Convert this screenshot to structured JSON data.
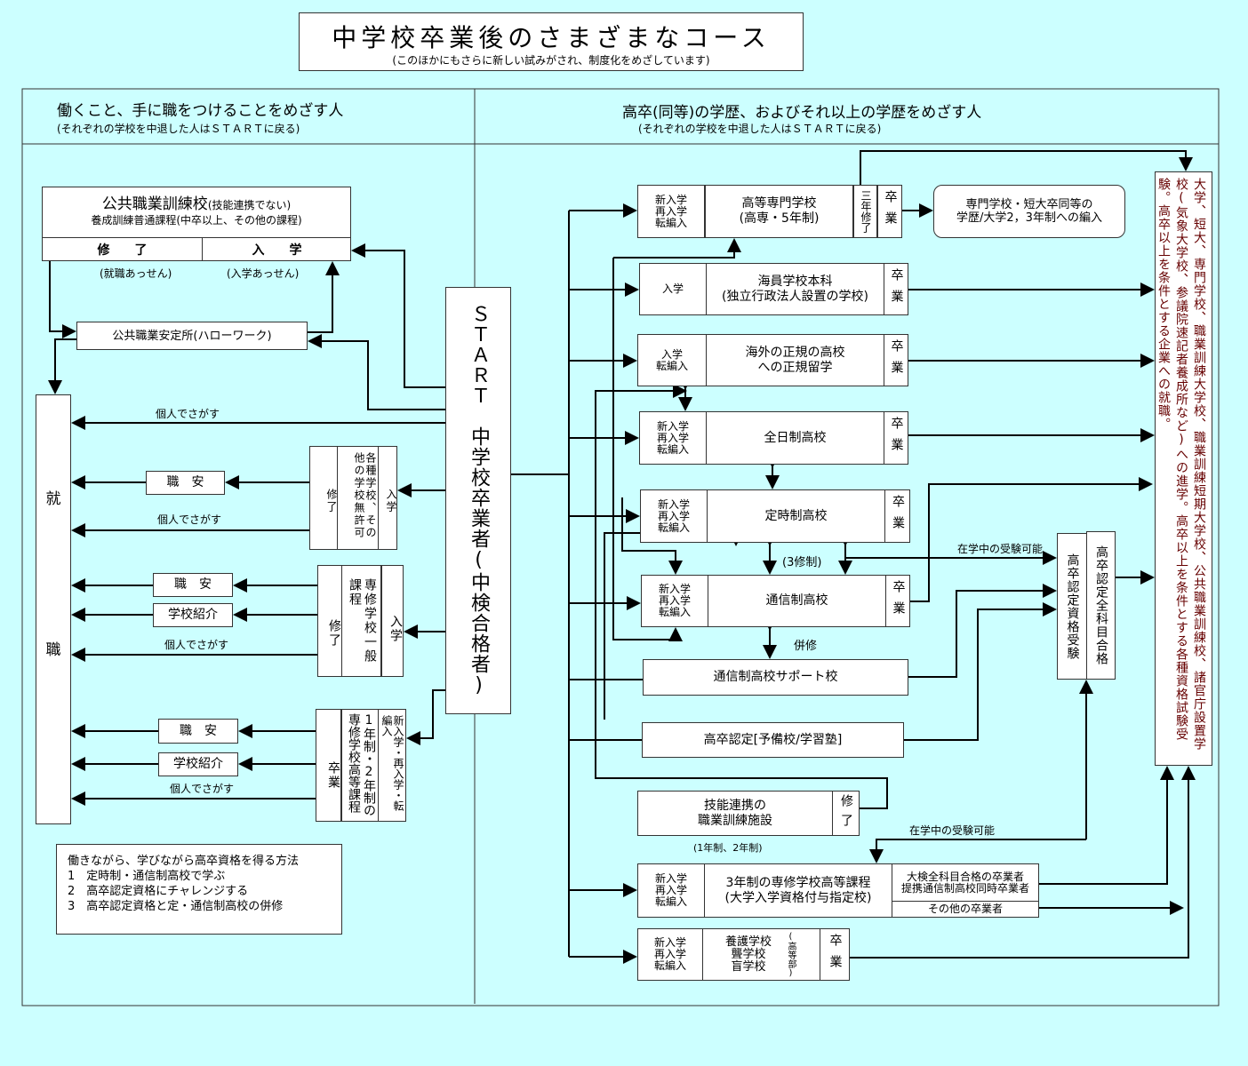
{
  "title": "中学校卒業後のさまざまなコース",
  "subtitle": "(このほかにもさらに新しい試みがされ、制度化をめざしています)",
  "left": {
    "header": "働くこと、手に職をつけることをめざす人",
    "sub": "(それぞれの学校を中退した人はＳＴＡＲＴに戻る)",
    "kokyo": {
      "title": "公共職業訓練校",
      "note": "(技能連携でない)",
      "line2": "養成訓練普通課程(中卒以上、その他の課程)",
      "shuryo": "修　　了",
      "nyugaku": "入　　学",
      "a1": "(就職あっせん)",
      "a2": "(入学あっせん)"
    },
    "hellowork": "公共職業安定所(ハローワーク)",
    "shushoku": [
      "就",
      "職"
    ],
    "kakushu": {
      "out": "修了",
      "name": "各種学校、その他の学校無許可",
      "in": "入学"
    },
    "senshu_ippan": {
      "out": "修了",
      "name": "専修学校一般課程",
      "in": "入学"
    },
    "senshu_koto": {
      "out": "卒業",
      "name": "1年制・2年制の専修学校高等課程",
      "in": "新入学・再入学・転編入"
    },
    "shokuan": "職　安",
    "shokai": "学校紹介",
    "kojin": "個人でさがす",
    "info": [
      "働きながら、学びながら高卒資格を得る方法",
      "1　定時制・通信制高校で学ぶ",
      "2　高卒認定資格にチャレンジする",
      "3　高卒認定資格と定・通信制高校の併修"
    ]
  },
  "start": "ＳＴＡＲＴ　中学校卒業者(中検合格者)",
  "right": {
    "header": "高卒(同等)の学歴、およびそれ以上の学歴をめざす人",
    "sub": "(それぞれの学校を中退した人はＳＴＡＲＴに戻る)",
    "entry3": "新入学\n再入学\n転編入",
    "entry2": "入学\n転編入",
    "entry1": "入学",
    "sotsugyo": "卒業",
    "kosen": {
      "name": "高等専門学校\n(高専・5年制)",
      "mid": "三年修了"
    },
    "senmon": "専門学校・短大卒同等の\n学歴/大学2，3年制への編入",
    "kaiin": "海員学校本科\n(独立行政法人設置の学校)",
    "kaigai": "海外の正規の高校\nへの正規留学",
    "zennichi": "全日制高校",
    "teiji": "定時制高校",
    "tsushin": "通信制高校",
    "support": "通信制高校サポート校",
    "yobiko": "高卒認定[予備校/学習塾]",
    "ginou": {
      "name": "技能連携の\n職業訓練施設",
      "out": "修了",
      "years": "(1年制、2年制)"
    },
    "sannen": {
      "name": "3年制の専修学校高等課程\n(大学入学資格付与指定校)",
      "a": "大検全科目合格の卒業者\n提携通信制高校同時卒業者",
      "b": "その他の卒業者"
    },
    "yogo": {
      "name": "養護学校\n聾学校\n盲学校",
      "note": "(高等部)"
    },
    "nintei_juken": "高卒認定資格受験",
    "nintei_gokaku": "高卒認定全科目合格",
    "san_shusei": "(3修制)",
    "heishu": "併修",
    "zaigaku": "在学中の受験可能",
    "dest": "大学、短大、専門学校、職業訓練大学校、職業訓練短期大学校、公共職業訓練校、諸官庁設置学校(気象大学校、参議院速記者養成所など)への進学。高卒以上を条件とする各種資格試験受験。高卒以上を条件とする企業への就職。"
  },
  "colors": {
    "background": "#ccffff",
    "dest_text": "#660000"
  }
}
